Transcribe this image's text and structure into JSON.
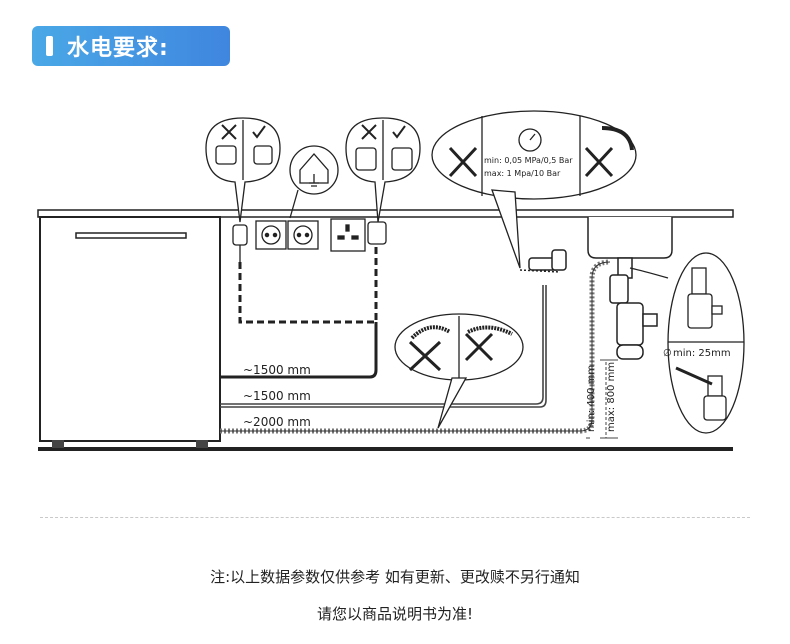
{
  "header": {
    "title": "水电要求:"
  },
  "diagram": {
    "cable_1": "~1500 mm",
    "cable_2": "~1500 mm",
    "cable_3": "~2000 mm",
    "pressure_min": "min: 0,05 MPa/0,5 Bar",
    "pressure_max": "max: 1 Mpa/10 Bar",
    "height_min": "min: 400 mm",
    "height_max": "max: 800 mm",
    "diameter_min": "min: 25mm",
    "diameter_symbol": "∅"
  },
  "footer": {
    "line1": "注:以上数据参数仅供参考   如有更新、更改赎不另行通知",
    "line2": "请您以商品说明书为准!"
  }
}
